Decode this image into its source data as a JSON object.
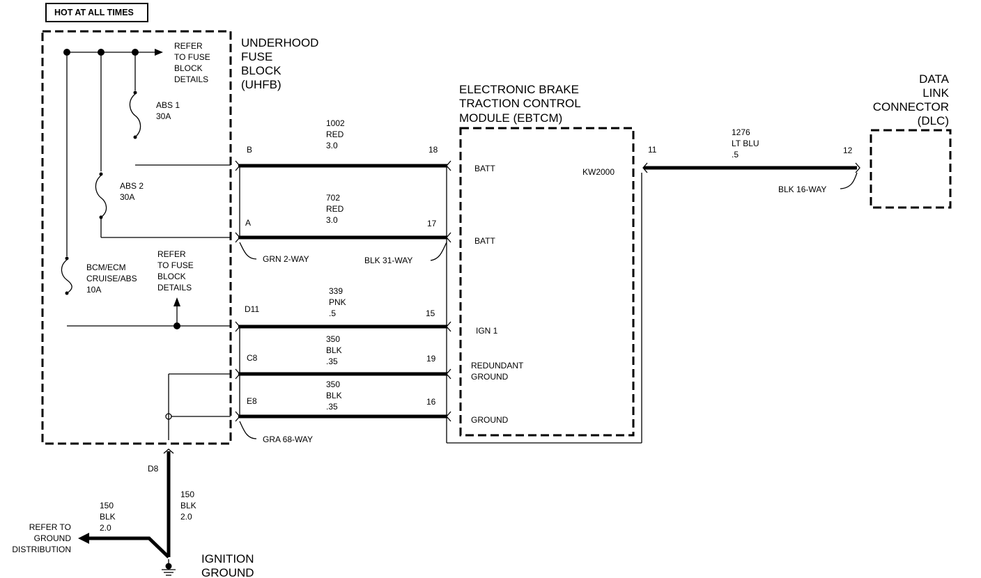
{
  "hot_label": "HOT AT ALL TIMES",
  "uhfb": [
    "UNDERHOOD",
    "FUSE",
    "BLOCK",
    "(UHFB)"
  ],
  "ebtcm": [
    "ELECTRONIC BRAKE",
    "TRACTION CONTROL",
    "MODULE (EBTCM)"
  ],
  "dlc": [
    "DATA",
    "LINK",
    "CONNECTOR",
    "(DLC)"
  ],
  "refer_fuse_1": [
    "REFER",
    "TO FUSE",
    "BLOCK",
    "DETAILS"
  ],
  "refer_fuse_2": [
    "REFER",
    "TO FUSE",
    "BLOCK",
    "DETAILS"
  ],
  "fuses": {
    "abs1": [
      "ABS 1",
      "30A"
    ],
    "abs2": [
      "ABS 2",
      "30A"
    ],
    "bcm": [
      "BCM/ECM",
      "CRUISE/ABS",
      "10A"
    ]
  },
  "uhfb_pins": {
    "b": "B",
    "a": "A",
    "d11": "D11",
    "c8": "C8",
    "e8": "E8",
    "d8": "D8"
  },
  "ebtcm_pins": {
    "p18": "18",
    "p17": "17",
    "p15": "15",
    "p19": "19",
    "p16": "16",
    "p11": "11"
  },
  "dlc_pin": "12",
  "wires": {
    "w1002": [
      "1002",
      "RED",
      "3.0"
    ],
    "w702": [
      "702",
      "RED",
      "3.0"
    ],
    "w339": [
      "339",
      "PNK",
      ".5"
    ],
    "w350a": [
      "350",
      "BLK",
      ".35"
    ],
    "w350b": [
      "350",
      "BLK",
      ".35"
    ],
    "w1276": [
      "1276",
      "LT BLU",
      ".5"
    ],
    "w150a": [
      "150",
      "BLK",
      "2.0"
    ],
    "w150b": [
      "150",
      "BLK",
      "2.0"
    ]
  },
  "connectors": {
    "grn": "GRN 2-WAY",
    "blk31": "BLK 31-WAY",
    "gra68": "GRA 68-WAY",
    "blk16": "BLK 16-WAY"
  },
  "terminals": {
    "batt1": "BATT",
    "batt2": "BATT",
    "ign1": "IGN 1",
    "redundant": [
      "REDUNDANT",
      "GROUND"
    ],
    "ground": "GROUND",
    "kw2000": "KW2000"
  },
  "ground_refer": [
    "REFER TO",
    "GROUND",
    "DISTRIBUTION"
  ],
  "ignition_ground": [
    "IGNITION",
    "GROUND"
  ]
}
